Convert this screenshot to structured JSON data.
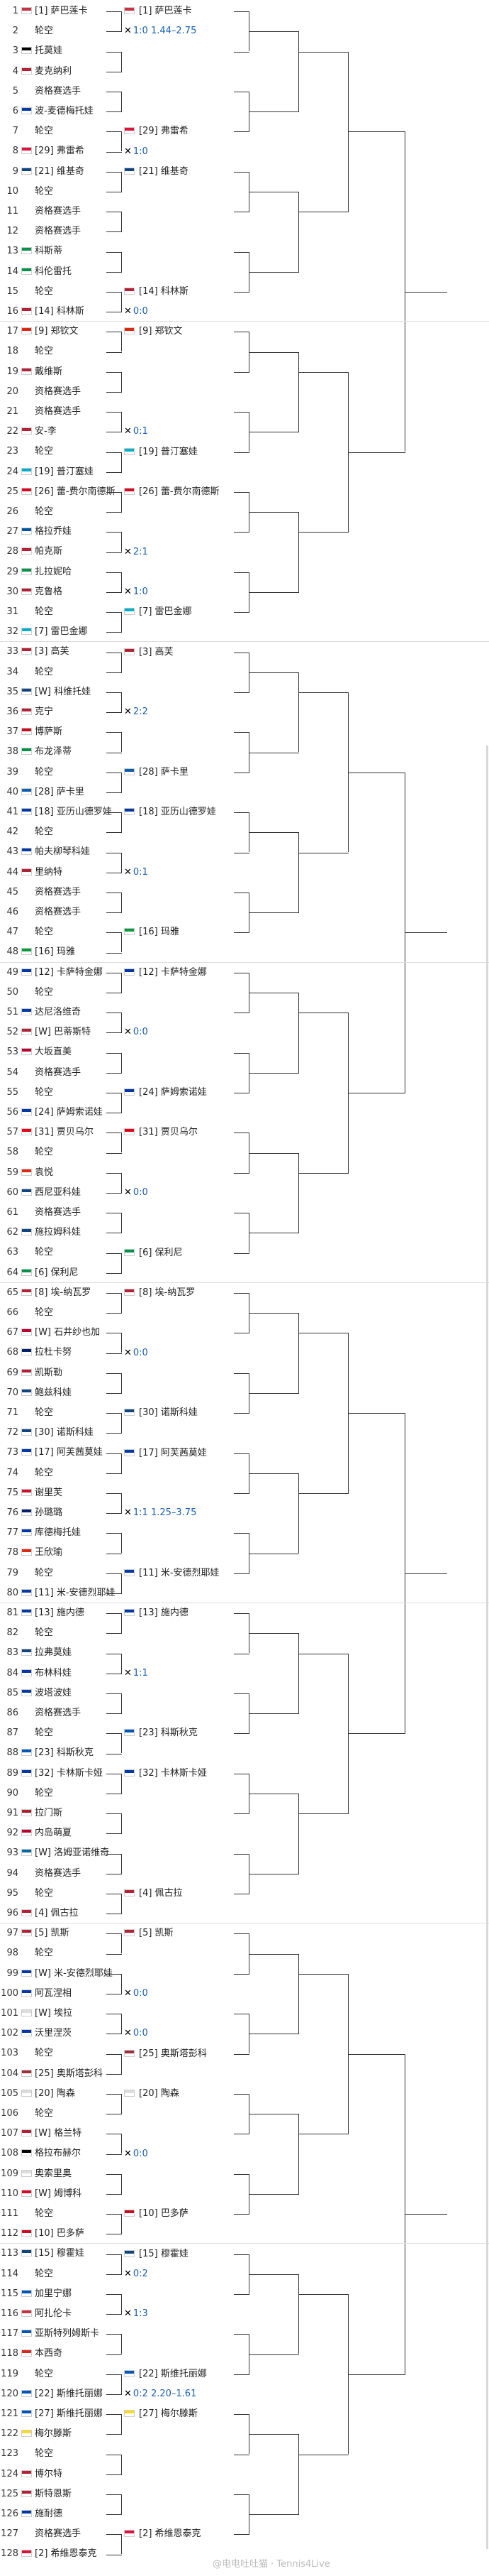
{
  "flags": {
    "DE": "#000000",
    "ES": "#c60b1e",
    "US": "#b22234",
    "CA": "#d80621",
    "CH": "#d52b1e",
    "RU": "#0039a6",
    "UA": "#0057b7",
    "CZ": "#11457e",
    "IT": "#009246",
    "BY": "#c8313e",
    "FR": "#0055a4",
    "KZ": "#00afca",
    "JP": "#bc002d",
    "GB": "#012169",
    "CN": "#de2910",
    "TN": "#e70013",
    "PL": "#dc143c",
    "AU": "#012169",
    "EE": "#0072ce",
    "GR": "#0d5eaf",
    "SK": "#0b4ea2",
    "RO": "#002b7f",
    "BR": "#009c3b",
    "LV": "#9e3039",
    "EG": "#ce1126",
    "SI": "#005da4",
    "LT": "#fdb913",
    "NL": "#ae1c28",
    "BE": "#fdda24",
    "SE": "#006aa7",
    "HU": "#436f4d",
    "TW": "#fe0000",
    "AT": "#ed2939",
    "IN": "#ff9933",
    "HR": "#171796"
  },
  "draw": [
    {
      "num": "1",
      "name": "[1] 萨巴莲卡",
      "flag": "BY"
    },
    {
      "num": "2",
      "name": "轮空",
      "flag": ""
    },
    {
      "num": "3",
      "name": "托莫娃",
      "flag": "DE"
    },
    {
      "num": "4",
      "name": "麦克纳利",
      "flag": "US"
    },
    {
      "num": "5",
      "name": "资格赛选手",
      "flag": ""
    },
    {
      "num": "6",
      "name": "波-麦德梅托娃",
      "flag": "RU"
    },
    {
      "num": "7",
      "name": "轮空",
      "flag": ""
    },
    {
      "num": "8",
      "name": "[29] 弗雷希",
      "flag": "PL"
    },
    {
      "num": "9",
      "name": "[21] 维基奇",
      "flag": "CZ"
    },
    {
      "num": "10",
      "name": "轮空",
      "flag": ""
    },
    {
      "num": "11",
      "name": "资格赛选手",
      "flag": ""
    },
    {
      "num": "12",
      "name": "资格赛选手",
      "flag": ""
    },
    {
      "num": "13",
      "name": "科斯蒂",
      "flag": "IT"
    },
    {
      "num": "14",
      "name": "科伦雷托",
      "flag": "IT"
    },
    {
      "num": "15",
      "name": "轮空",
      "flag": ""
    },
    {
      "num": "16",
      "name": "[14] 科林斯",
      "flag": "US"
    },
    {
      "num": "17",
      "name": "[9] 郑钦文",
      "flag": "CN"
    },
    {
      "num": "18",
      "name": "轮空",
      "flag": ""
    },
    {
      "num": "19",
      "name": "戴维斯",
      "flag": "US"
    },
    {
      "num": "20",
      "name": "资格赛选手",
      "flag": ""
    },
    {
      "num": "21",
      "name": "资格赛选手",
      "flag": ""
    },
    {
      "num": "22",
      "name": "安-李",
      "flag": "US"
    },
    {
      "num": "23",
      "name": "轮空",
      "flag": ""
    },
    {
      "num": "24",
      "name": "[19] 普汀塞娃",
      "flag": "KZ"
    },
    {
      "num": "25",
      "name": "[26] 蕾-费尔南德斯",
      "flag": "CA"
    },
    {
      "num": "26",
      "name": "轮空",
      "flag": ""
    },
    {
      "num": "27",
      "name": "格拉乔娃",
      "flag": "FR"
    },
    {
      "num": "28",
      "name": "帕克斯",
      "flag": "US"
    },
    {
      "num": "29",
      "name": "扎拉妮哈",
      "flag": "IT"
    },
    {
      "num": "30",
      "name": "克鲁格",
      "flag": "US"
    },
    {
      "num": "31",
      "name": "轮空",
      "flag": ""
    },
    {
      "num": "32",
      "name": "[7] 雷巴金娜",
      "flag": "KZ"
    },
    {
      "num": "33",
      "name": "[3] 高芙",
      "flag": "US"
    },
    {
      "num": "34",
      "name": "轮空",
      "flag": ""
    },
    {
      "num": "35",
      "name": "[W] 科维托娃",
      "flag": "CZ"
    },
    {
      "num": "36",
      "name": "克宁",
      "flag": "US"
    },
    {
      "num": "37",
      "name": "博萨斯",
      "flag": "ES"
    },
    {
      "num": "38",
      "name": "布龙泽蒂",
      "flag": "IT"
    },
    {
      "num": "39",
      "name": "轮空",
      "flag": ""
    },
    {
      "num": "40",
      "name": "[28] 萨卡里",
      "flag": "GR"
    },
    {
      "num": "41",
      "name": "[18] 亚历山德罗娃",
      "flag": "RU"
    },
    {
      "num": "42",
      "name": "轮空",
      "flag": ""
    },
    {
      "num": "43",
      "name": "帕夫柳琴科娃",
      "flag": "RU"
    },
    {
      "num": "44",
      "name": "里纳特",
      "flag": "US"
    },
    {
      "num": "45",
      "name": "资格赛选手",
      "flag": ""
    },
    {
      "num": "46",
      "name": "资格赛选手",
      "flag": ""
    },
    {
      "num": "47",
      "name": "轮空",
      "flag": ""
    },
    {
      "num": "48",
      "name": "[16] 玛雅",
      "flag": "BR"
    },
    {
      "num": "49",
      "name": "[12] 卡萨特金娜",
      "flag": "RU"
    },
    {
      "num": "50",
      "name": "轮空",
      "flag": ""
    },
    {
      "num": "51",
      "name": "达尼洛维奇",
      "flag": "RU"
    },
    {
      "num": "52",
      "name": "[W] 巴蒂斯特",
      "flag": "US"
    },
    {
      "num": "53",
      "name": "大坂直美",
      "flag": "JP"
    },
    {
      "num": "54",
      "name": "资格赛选手",
      "flag": ""
    },
    {
      "num": "55",
      "name": "轮空",
      "flag": ""
    },
    {
      "num": "56",
      "name": "[24] 萨姆索诺娃",
      "flag": "RU"
    },
    {
      "num": "57",
      "name": "[31] 贾贝乌尔",
      "flag": "TN"
    },
    {
      "num": "58",
      "name": "轮空",
      "flag": ""
    },
    {
      "num": "59",
      "name": "袁悦",
      "flag": "CN"
    },
    {
      "num": "60",
      "name": "西尼亚科娃",
      "flag": "CZ"
    },
    {
      "num": "61",
      "name": "资格赛选手",
      "flag": ""
    },
    {
      "num": "62",
      "name": "施拉姆科娃",
      "flag": "CZ"
    },
    {
      "num": "63",
      "name": "轮空",
      "flag": ""
    },
    {
      "num": "64",
      "name": "[6] 保利尼",
      "flag": "IT"
    },
    {
      "num": "65",
      "name": "[8] 埃-纳瓦罗",
      "flag": "US"
    },
    {
      "num": "66",
      "name": "轮空",
      "flag": ""
    },
    {
      "num": "67",
      "name": "[W] 石井纱也加",
      "flag": "JP"
    },
    {
      "num": "68",
      "name": "拉杜卡努",
      "flag": "GB"
    },
    {
      "num": "69",
      "name": "凯斯勒",
      "flag": "US"
    },
    {
      "num": "70",
      "name": "鲍兹科娃",
      "flag": "CZ"
    },
    {
      "num": "71",
      "name": "轮空",
      "flag": ""
    },
    {
      "num": "72",
      "name": "[30] 诺斯科娃",
      "flag": "CZ"
    },
    {
      "num": "73",
      "name": "[17] 阿芙茜莫娃",
      "flag": "RU"
    },
    {
      "num": "74",
      "name": "轮空",
      "flag": ""
    },
    {
      "num": "75",
      "name": "谢里芙",
      "flag": "EG"
    },
    {
      "num": "76",
      "name": "孙璐璐",
      "flag": "GB"
    },
    {
      "num": "77",
      "name": "库德梅托娃",
      "flag": "RU"
    },
    {
      "num": "78",
      "name": "王欣瑜",
      "flag": "CN"
    },
    {
      "num": "79",
      "name": "轮空",
      "flag": ""
    },
    {
      "num": "80",
      "name": "[11] 米-安德烈耶娃",
      "flag": "RU"
    },
    {
      "num": "81",
      "name": "[13] 施内德",
      "flag": "RU"
    },
    {
      "num": "82",
      "name": "轮空",
      "flag": ""
    },
    {
      "num": "83",
      "name": "拉弗莫娃",
      "flag": "CZ"
    },
    {
      "num": "84",
      "name": "布林科娃",
      "flag": "RU"
    },
    {
      "num": "85",
      "name": "波塔波娃",
      "flag": "RU"
    },
    {
      "num": "86",
      "name": "资格赛选手",
      "flag": ""
    },
    {
      "num": "87",
      "name": "轮空",
      "flag": ""
    },
    {
      "num": "88",
      "name": "[23] 科斯秋克",
      "flag": "UA"
    },
    {
      "num": "89",
      "name": "[32] 卡林斯卡娅",
      "flag": "RU"
    },
    {
      "num": "90",
      "name": "轮空",
      "flag": ""
    },
    {
      "num": "91",
      "name": "拉门斯",
      "flag": "NL"
    },
    {
      "num": "92",
      "name": "内岛萌夏",
      "flag": "JP"
    },
    {
      "num": "93",
      "name": "[W] 洛姆亚诺维奇",
      "flag": "SE"
    },
    {
      "num": "94",
      "name": "资格赛选手",
      "flag": ""
    },
    {
      "num": "95",
      "name": "轮空",
      "flag": ""
    },
    {
      "num": "96",
      "name": "[4] 佩古拉",
      "flag": "US"
    },
    {
      "num": "97",
      "name": "[5] 凯斯",
      "flag": "US"
    },
    {
      "num": "98",
      "name": "轮空",
      "flag": ""
    },
    {
      "num": "99",
      "name": "[W] 米-安德烈耶娃",
      "flag": "RU"
    },
    {
      "num": "100",
      "name": "阿瓦涅相",
      "flag": "RU"
    },
    {
      "num": "101",
      "name": "[W] 埃拉",
      "flag": "PH"
    },
    {
      "num": "102",
      "name": "沃里涅茨",
      "flag": "RU"
    },
    {
      "num": "103",
      "name": "轮空",
      "flag": ""
    },
    {
      "num": "104",
      "name": "[25] 奥斯塔彭科",
      "flag": "LV"
    },
    {
      "num": "105",
      "name": "[20] 陶森",
      "flag": "DK"
    },
    {
      "num": "106",
      "name": "轮空",
      "flag": ""
    },
    {
      "num": "107",
      "name": "[W] 格兰特",
      "flag": "US"
    },
    {
      "num": "108",
      "name": "格拉布赫尔",
      "flag": "DE"
    },
    {
      "num": "109",
      "name": "奥索里奥",
      "flag": "CO"
    },
    {
      "num": "110",
      "name": "[W] 姆博科",
      "flag": "CA"
    },
    {
      "num": "111",
      "name": "轮空",
      "flag": ""
    },
    {
      "num": "112",
      "name": "[10] 巴多萨",
      "flag": "ES"
    },
    {
      "num": "113",
      "name": "[15] 穆霍娃",
      "flag": "CZ"
    },
    {
      "num": "114",
      "name": "轮空",
      "flag": ""
    },
    {
      "num": "115",
      "name": "加里宁娜",
      "flag": "UA"
    },
    {
      "num": "116",
      "name": "阿扎伦卡",
      "flag": "BY"
    },
    {
      "num": "117",
      "name": "亚斯特列姆斯卡",
      "flag": "UA"
    },
    {
      "num": "118",
      "name": "本西奇",
      "flag": "CH"
    },
    {
      "num": "119",
      "name": "轮空",
      "flag": ""
    },
    {
      "num": "120",
      "name": "[22] 斯维托丽娜",
      "flag": "UA"
    },
    {
      "num": "121",
      "name": "[27] 斯维托丽娜",
      "flag": "UA"
    },
    {
      "num": "122",
      "name": "梅尔滕斯",
      "flag": "BE"
    },
    {
      "num": "123",
      "name": "轮空",
      "flag": ""
    },
    {
      "num": "124",
      "name": "博尔特",
      "flag": "US"
    },
    {
      "num": "125",
      "name": "斯特恩斯",
      "flag": "US"
    },
    {
      "num": "126",
      "name": "施耐德",
      "flag": "RU"
    },
    {
      "num": "127",
      "name": "资格赛选手",
      "flag": ""
    },
    {
      "num": "128",
      "name": "[2] 希维恩泰克",
      "flag": "PL"
    }
  ],
  "round2": [
    {
      "name": "[1] 萨巴莲卡",
      "flag": "BY"
    },
    {
      "name": "",
      "flag": ""
    },
    {
      "name": "",
      "flag": ""
    },
    {
      "name": "[29] 弗雷希",
      "flag": "PL"
    },
    {
      "name": "[21] 维基奇",
      "flag": "CZ"
    },
    {
      "name": "",
      "flag": ""
    },
    {
      "name": "",
      "flag": ""
    },
    {
      "name": "[14] 科林斯",
      "flag": "US"
    },
    {
      "name": "[9] 郑钦文",
      "flag": "CN"
    },
    {
      "name": "",
      "flag": ""
    },
    {
      "name": "",
      "flag": ""
    },
    {
      "name": "[19] 普汀塞娃",
      "flag": "KZ"
    },
    {
      "name": "[26] 蕾-费尔南德斯",
      "flag": "CA"
    },
    {
      "name": "",
      "flag": ""
    },
    {
      "name": "",
      "flag": ""
    },
    {
      "name": "[7] 雷巴金娜",
      "flag": "KZ"
    },
    {
      "name": "[3] 高芙",
      "flag": "US"
    },
    {
      "name": "",
      "flag": ""
    },
    {
      "name": "",
      "flag": ""
    },
    {
      "name": "[28] 萨卡里",
      "flag": "GR"
    },
    {
      "name": "[18] 亚历山德罗娃",
      "flag": "RU"
    },
    {
      "name": "",
      "flag": ""
    },
    {
      "name": "",
      "flag": ""
    },
    {
      "name": "[16] 玛雅",
      "flag": "BR"
    },
    {
      "name": "[12] 卡萨特金娜",
      "flag": "RU"
    },
    {
      "name": "",
      "flag": ""
    },
    {
      "name": "",
      "flag": ""
    },
    {
      "name": "[24] 萨姆索诺娃",
      "flag": "RU"
    },
    {
      "name": "[31] 贾贝乌尔",
      "flag": "TN"
    },
    {
      "name": "",
      "flag": ""
    },
    {
      "name": "",
      "flag": ""
    },
    {
      "name": "[6] 保利尼",
      "flag": "IT"
    },
    {
      "name": "[8] 埃-纳瓦罗",
      "flag": "US"
    },
    {
      "name": "",
      "flag": ""
    },
    {
      "name": "",
      "flag": ""
    },
    {
      "name": "[30] 诺斯科娃",
      "flag": "CZ"
    },
    {
      "name": "[17] 阿芙茜莫娃",
      "flag": "RU"
    },
    {
      "name": "",
      "flag": ""
    },
    {
      "name": "",
      "flag": ""
    },
    {
      "name": "[11] 米-安德烈耶娃",
      "flag": "RU"
    },
    {
      "name": "[13] 施内德",
      "flag": "RU"
    },
    {
      "name": "",
      "flag": ""
    },
    {
      "name": "",
      "flag": ""
    },
    {
      "name": "[23] 科斯秋克",
      "flag": "UA"
    },
    {
      "name": "[32] 卡林斯卡娅",
      "flag": "RU"
    },
    {
      "name": "",
      "flag": ""
    },
    {
      "name": "",
      "flag": ""
    },
    {
      "name": "[4] 佩古拉",
      "flag": "US"
    },
    {
      "name": "[5] 凯斯",
      "flag": "US"
    },
    {
      "name": "",
      "flag": ""
    },
    {
      "name": "",
      "flag": ""
    },
    {
      "name": "[25] 奥斯塔彭科",
      "flag": "LV"
    },
    {
      "name": "[20] 陶森",
      "flag": "DK"
    },
    {
      "name": "",
      "flag": ""
    },
    {
      "name": "",
      "flag": ""
    },
    {
      "name": "[10] 巴多萨",
      "flag": "ES"
    },
    {
      "name": "[15] 穆霍娃",
      "flag": "CZ"
    },
    {
      "name": "",
      "flag": ""
    },
    {
      "name": "",
      "flag": ""
    },
    {
      "name": "[22] 斯维托丽娜",
      "flag": "UA"
    },
    {
      "name": "[27] 梅尔滕斯",
      "flag": "BE"
    },
    {
      "name": "",
      "flag": ""
    },
    {
      "name": "",
      "flag": ""
    },
    {
      "name": "[2] 希维恩泰克",
      "flag": "PL"
    }
  ],
  "scores": [
    "1:0  1.44–2.75",
    "",
    "",
    "1:0",
    "",
    "",
    "",
    "0:0",
    "",
    "",
    "0:1",
    "",
    "",
    "2:1",
    "1:0",
    "",
    "",
    "2:2",
    "",
    "",
    "",
    "0:1",
    "",
    "",
    "",
    "0:0",
    "",
    "",
    "",
    "0:0",
    "",
    "",
    "",
    "0:0",
    "",
    "",
    "",
    "1:1  1.25–3.75",
    "",
    "",
    "",
    "1:1",
    "",
    "",
    "",
    "",
    "",
    "",
    "",
    "0:0",
    "0:0",
    "",
    "",
    "0:0",
    "",
    "",
    "0:2",
    "1:3",
    "",
    "0:2  2.20–1.61",
    "",
    "",
    "",
    ""
  ],
  "watermark": "@电电吐吐猫 · Tennis4Live"
}
